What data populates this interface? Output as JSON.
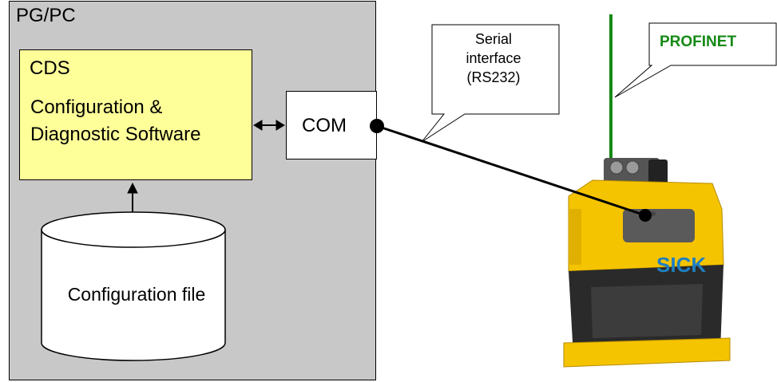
{
  "pgpc": {
    "label": "PG/PC"
  },
  "cds": {
    "title": "CDS",
    "description": "Configuration & Diagnostic Software"
  },
  "com": {
    "label": "COM"
  },
  "config_file": {
    "label": "Configuration file"
  },
  "serial_callout": {
    "lines": [
      "Serial",
      "interface",
      "(RS232)"
    ]
  },
  "profinet_callout": {
    "label": "PROFINET"
  },
  "device": {
    "logo": "SICK"
  },
  "colors": {
    "pgpc_fill": "#c8c8c8",
    "cds_fill": "#ffff99",
    "profinet_green": "#158a15",
    "device_yellow": "#f5c400",
    "sick_blue": "#1f7fc0"
  }
}
